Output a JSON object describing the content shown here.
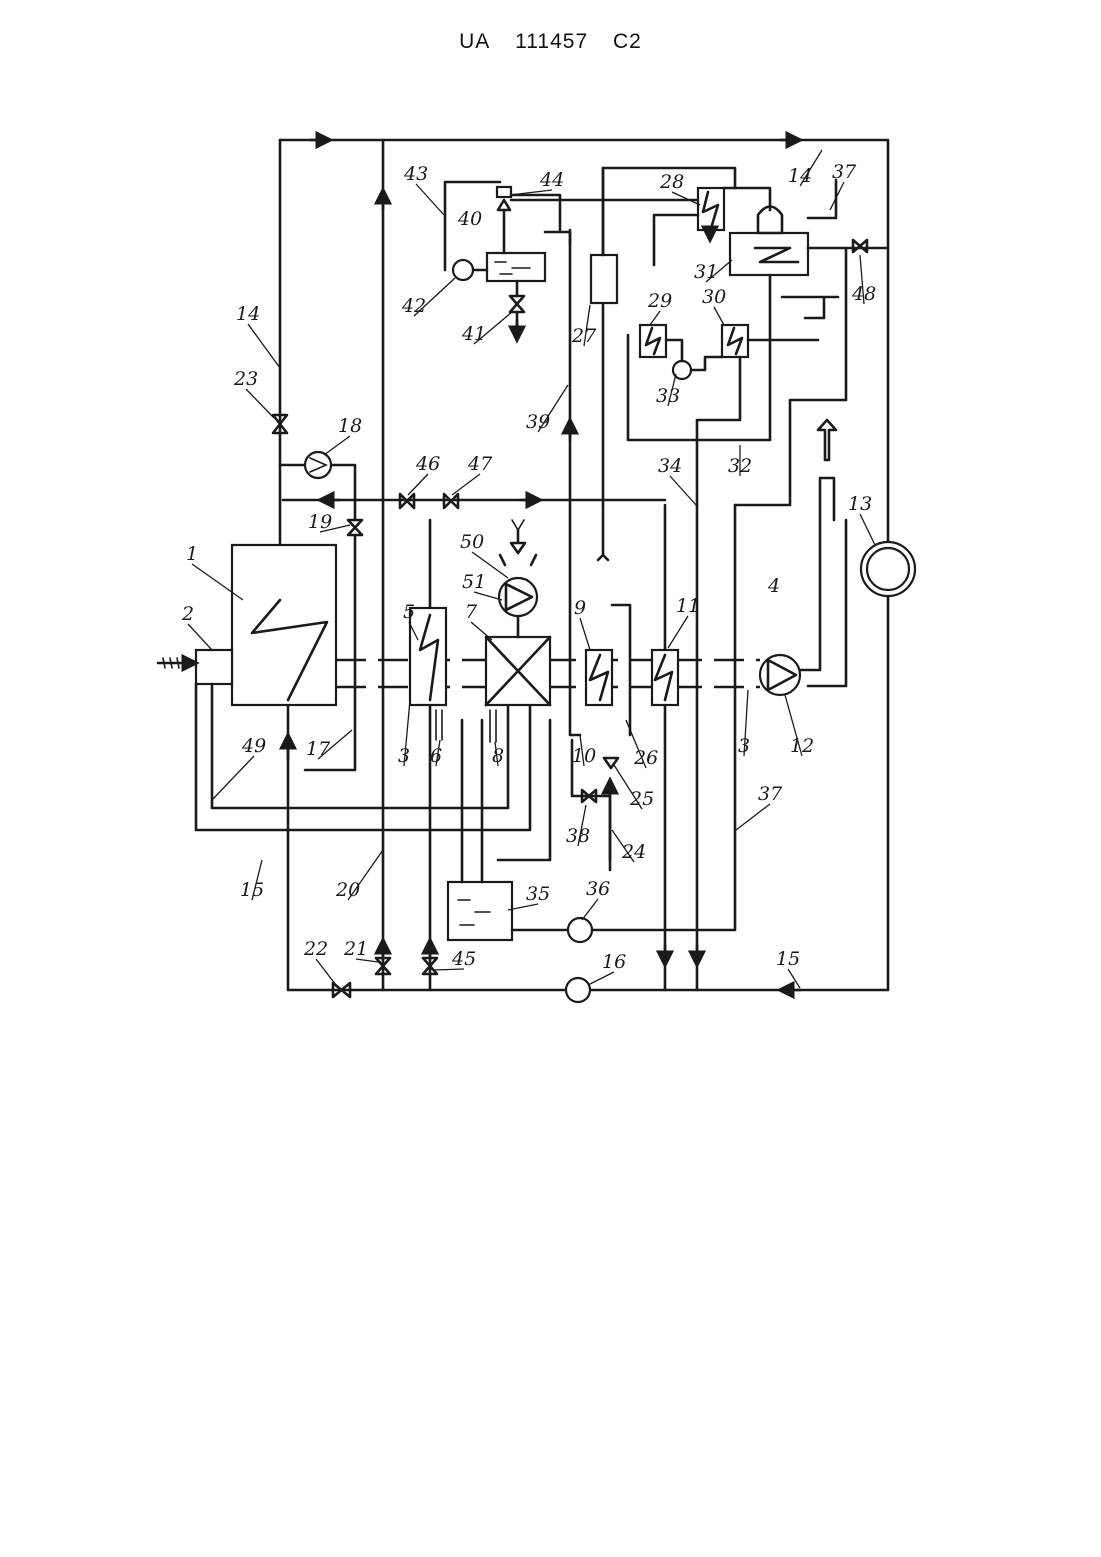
{
  "header": {
    "country": "UA",
    "number": "111457",
    "kind": "C2"
  },
  "labels": [
    "1",
    "2",
    "3",
    "3",
    "4",
    "5",
    "6",
    "7",
    "8",
    "9",
    "10",
    "11",
    "12",
    "13",
    "14",
    "14",
    "15",
    "15",
    "16",
    "17",
    "18",
    "19",
    "20",
    "21",
    "22",
    "23",
    "24",
    "25",
    "26",
    "27",
    "28",
    "29",
    "30",
    "31",
    "32",
    "33",
    "34",
    "35",
    "36",
    "37",
    "37",
    "38",
    "39",
    "40",
    "41",
    "42",
    "43",
    "44",
    "45",
    "46",
    "47",
    "48",
    "49",
    "50",
    "51"
  ]
}
